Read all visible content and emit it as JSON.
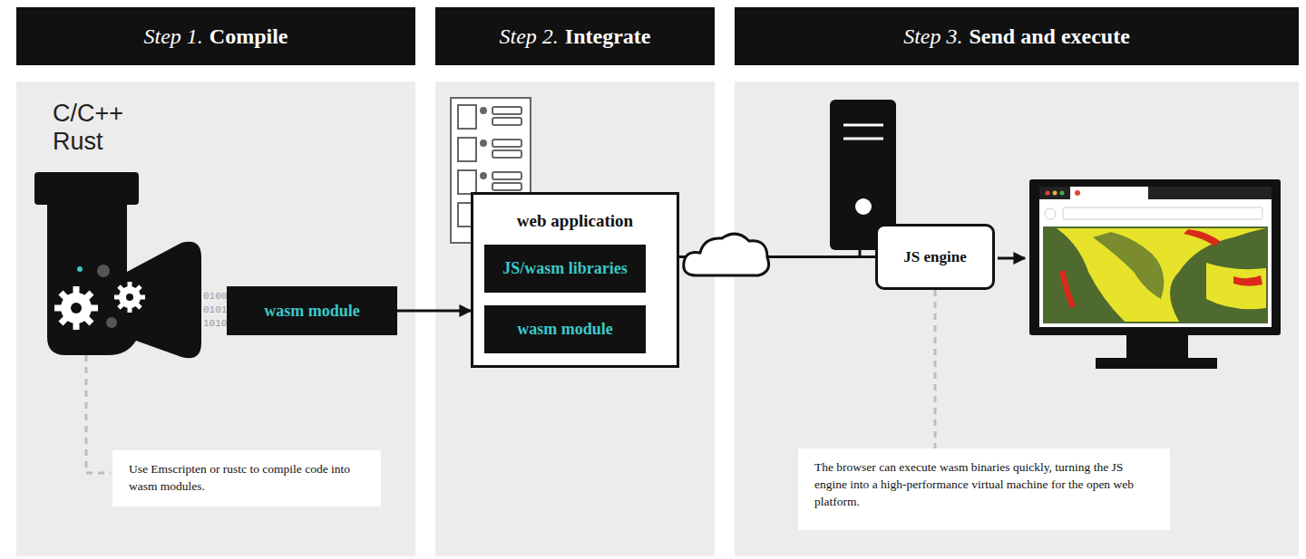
{
  "diagram": {
    "nodes": [
      {
        "text": [
          "Step 1.",
          "Compile"
        ]
      },
      {
        "text": [
          "Step 2.",
          "Integrate"
        ]
      },
      {
        "text": [
          "Step 3.",
          "Send and execute"
        ]
      },
      {
        "text": [
          "wasm module"
        ]
      },
      {
        "text": [
          "web application"
        ]
      },
      {
        "text": [
          "JS/wasm libraries"
        ],
        "in": 4
      },
      {
        "text": [
          "wasm module"
        ],
        "in": 4
      },
      {
        "text": [
          "JS engine"
        ]
      },
      {
        "text": [
          "Use Emscripten or rustc to compile code into wasm modules."
        ]
      },
      {
        "text": [
          "The browser can execute wasm binaries quickly, turning the JS engine into a high-performance virtual machine for the open web platform."
        ]
      }
    ],
    "edges": [
      {
        "from": 3,
        "to": 4,
        "arrow": "to"
      },
      {
        "from": 4,
        "to": 7,
        "arrow": "none"
      },
      {
        "from": 7,
        "to": 9,
        "arrow": "none"
      }
    ],
    "labels": [
      "C/C++ Rust",
      "0100",
      "0101",
      "1010"
    ]
  }
}
